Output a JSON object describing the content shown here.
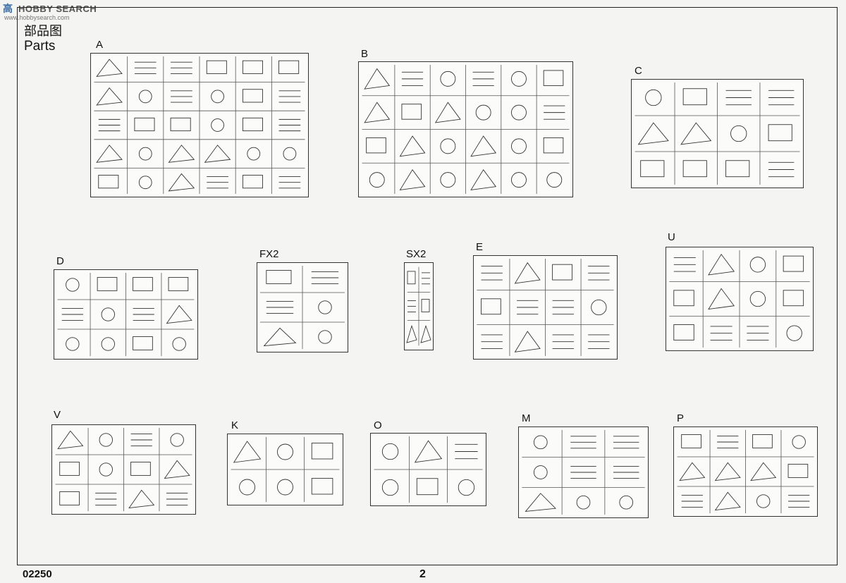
{
  "watermark": {
    "logo": "高",
    "text": "HOBBY SEARCH",
    "url": "www.hobbysearch.com"
  },
  "header": {
    "title_cn": "部品图",
    "title_en": "Parts"
  },
  "sprues": [
    {
      "id": "A"
    },
    {
      "id": "B"
    },
    {
      "id": "C"
    },
    {
      "id": "D"
    },
    {
      "id": "FX2"
    },
    {
      "id": "SX2"
    },
    {
      "id": "E"
    },
    {
      "id": "U"
    },
    {
      "id": "V"
    },
    {
      "id": "K"
    },
    {
      "id": "O"
    },
    {
      "id": "M"
    },
    {
      "id": "P"
    }
  ],
  "footer": {
    "code": "02250",
    "page": "2"
  },
  "colors": {
    "line": "#333333",
    "paper": "#f4f4f2"
  }
}
